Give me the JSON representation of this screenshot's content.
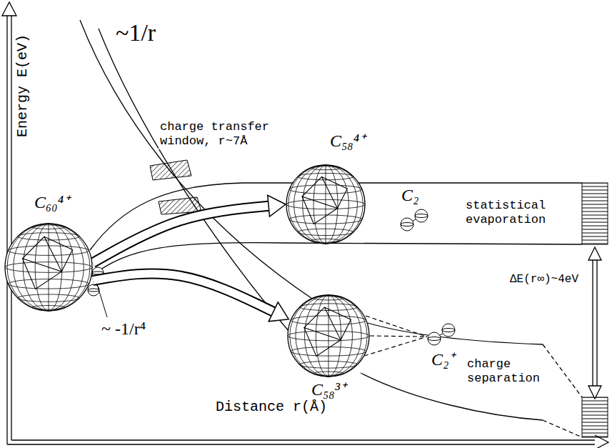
{
  "diagram": {
    "nodes": [
      {
        "text": [
          "C₆₀⁴⁺"
        ]
      },
      {
        "text": [
          "C₅₈⁴⁺"
        ]
      },
      {
        "text": [
          "C₂"
        ]
      },
      {
        "text": [
          "C₅₈³⁺"
        ]
      },
      {
        "text": [
          "C₂⁺"
        ]
      }
    ],
    "edges": [
      {
        "from": 0,
        "to": 1,
        "arrow": "to"
      },
      {
        "from": 0,
        "to": 3,
        "arrow": "to"
      },
      {
        "from": 3,
        "to": 4,
        "arrow": "none"
      }
    ],
    "labels": [
      "Energy E(eV)",
      "Distance r(Å)",
      "~1/r",
      "~ -1/r⁴",
      "charge transfer window, r~7Å",
      "statistical evaporation",
      "charge separation",
      "ΔE(r∞)~4eV"
    ]
  }
}
